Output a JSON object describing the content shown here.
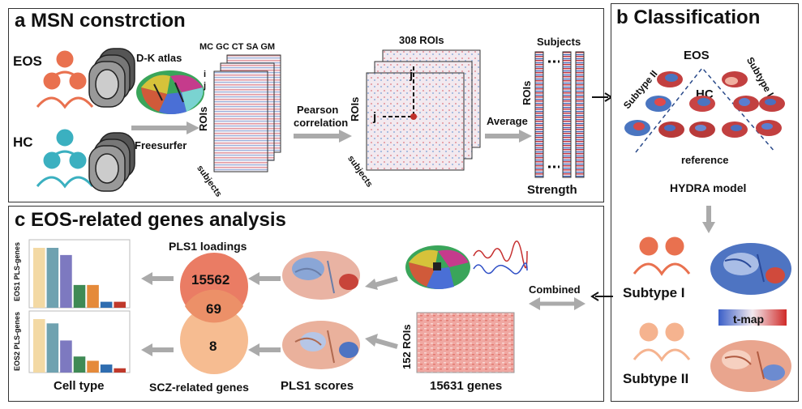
{
  "panel_a": {
    "title": "a MSN constrction",
    "eos": "EOS",
    "hc": "HC",
    "dk_atlas": "D-K atlas",
    "freesurfer": "Freesurfer",
    "features": "MC GC CT SA GM",
    "i": "i",
    "j": "j",
    "rois": "ROIs",
    "subjects": "subjects",
    "pearson1": "Pearson",
    "pearson2": "correlation",
    "roi308": "308 ROIs",
    "average": "Average",
    "subjects_cap": "Subjects",
    "strength": "Strength",
    "colors": {
      "eos": "#e9714f",
      "hc": "#3bb0c0"
    }
  },
  "panel_b": {
    "title": "b Classification",
    "eos": "EOS",
    "hc": "HC",
    "subtype2": "Subtype II",
    "subtype1": "Subtype I",
    "reference": "reference",
    "hydra": "HYDRA model",
    "subtype1_label": "Subtype I",
    "subtype2_label": "Subtype II",
    "tmap": "t-map",
    "colors": {
      "subtype1": "#e9714f",
      "subtype2": "#f5b38f"
    }
  },
  "panel_c": {
    "title": "c EOS-related genes analysis",
    "pls1_loadings": "PLS1 loadings",
    "n15562": "15562",
    "n69": "69",
    "n8": "8",
    "scz": "SCZ-related genes",
    "pls1_scores": "PLS1 scores",
    "combined": "Combined",
    "roi152": "152 ROIs",
    "genes": "15631 genes",
    "celltype": "Cell type",
    "eos1_pls": "EOS1 PLS-genes",
    "eos2_pls": "EOS2 PLS-genes"
  },
  "chart_data": [
    {
      "type": "bar",
      "ylabel": "EOS1 PLS-genes",
      "values": [
        1.0,
        1.0,
        0.88,
        0.38,
        0.38,
        0.1,
        0.1
      ],
      "colors": [
        "#f3d9a4",
        "#6fa2b0",
        "#7d79c0",
        "#3f8a55",
        "#e58a3a",
        "#2f6db0",
        "#c0392b"
      ]
    },
    {
      "type": "bar",
      "ylabel": "EOS2 PLS-genes",
      "values": [
        1.0,
        0.92,
        0.6,
        0.3,
        0.22,
        0.15,
        0.08
      ],
      "colors": [
        "#f3d9a4",
        "#6fa2b0",
        "#7d79c0",
        "#3f8a55",
        "#e58a3a",
        "#2f6db0",
        "#c0392b"
      ]
    }
  ]
}
